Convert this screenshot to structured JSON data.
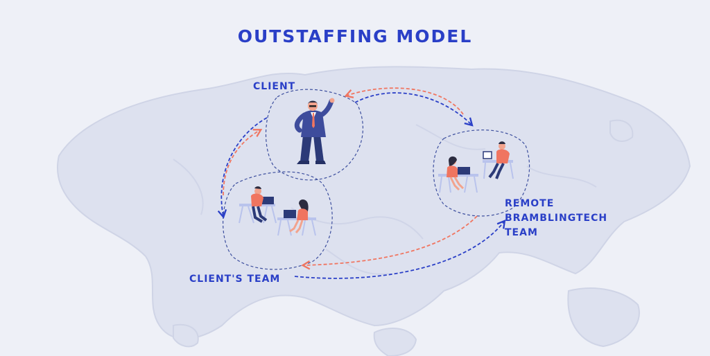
{
  "title": "OUTSTAFFING MODEL",
  "nodes": {
    "client": "CLIENT",
    "clients_team": "CLIENT'S TEAM",
    "remote_team": [
      "REMOTE",
      "BRAMBLINGTECH",
      "TEAM"
    ]
  },
  "colors": {
    "background": "#eef0f7",
    "map": "#dde1ef",
    "map_stroke": "#cfd4e6",
    "blue": "#2a3fc7",
    "coral": "#f07560",
    "navy": "#2c3a78",
    "outline": "#3d4f9e"
  }
}
